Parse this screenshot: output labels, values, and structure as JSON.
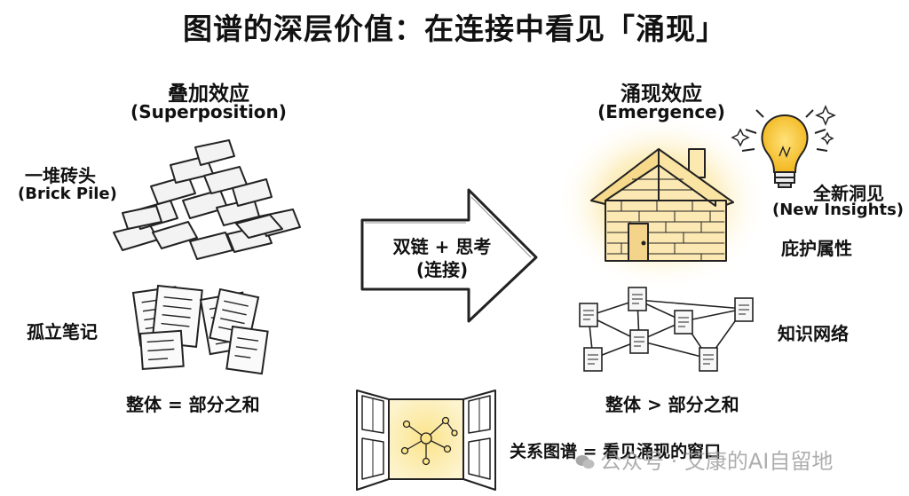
{
  "title": "图谱的深层价值：在连接中看见「涌现」",
  "left": {
    "heading": "叠加效应",
    "heading_en": "(Superposition)",
    "brick_label": "一堆砖头",
    "brick_label_en": "(Brick Pile)",
    "notes_label": "孤立笔记",
    "formula": "整体 = 部分之和"
  },
  "arrow": {
    "line1": "双链 + 思考",
    "line2": "(连接)"
  },
  "right": {
    "heading": "涌现效应",
    "heading_en": "(Emergence)",
    "insight_label": "全新洞见",
    "insight_label_en": "(New Insights)",
    "shelter_label": "庇护属性",
    "network_label": "知识网络",
    "formula": "整体 > 部分之和"
  },
  "window_caption": "关系图谱 = 看见涌现的窗口",
  "watermark": "公众号 · 艾康的AI自留地",
  "colors": {
    "glow": "#f7d35a",
    "bulb": "#f4c430",
    "ink": "#111111"
  }
}
